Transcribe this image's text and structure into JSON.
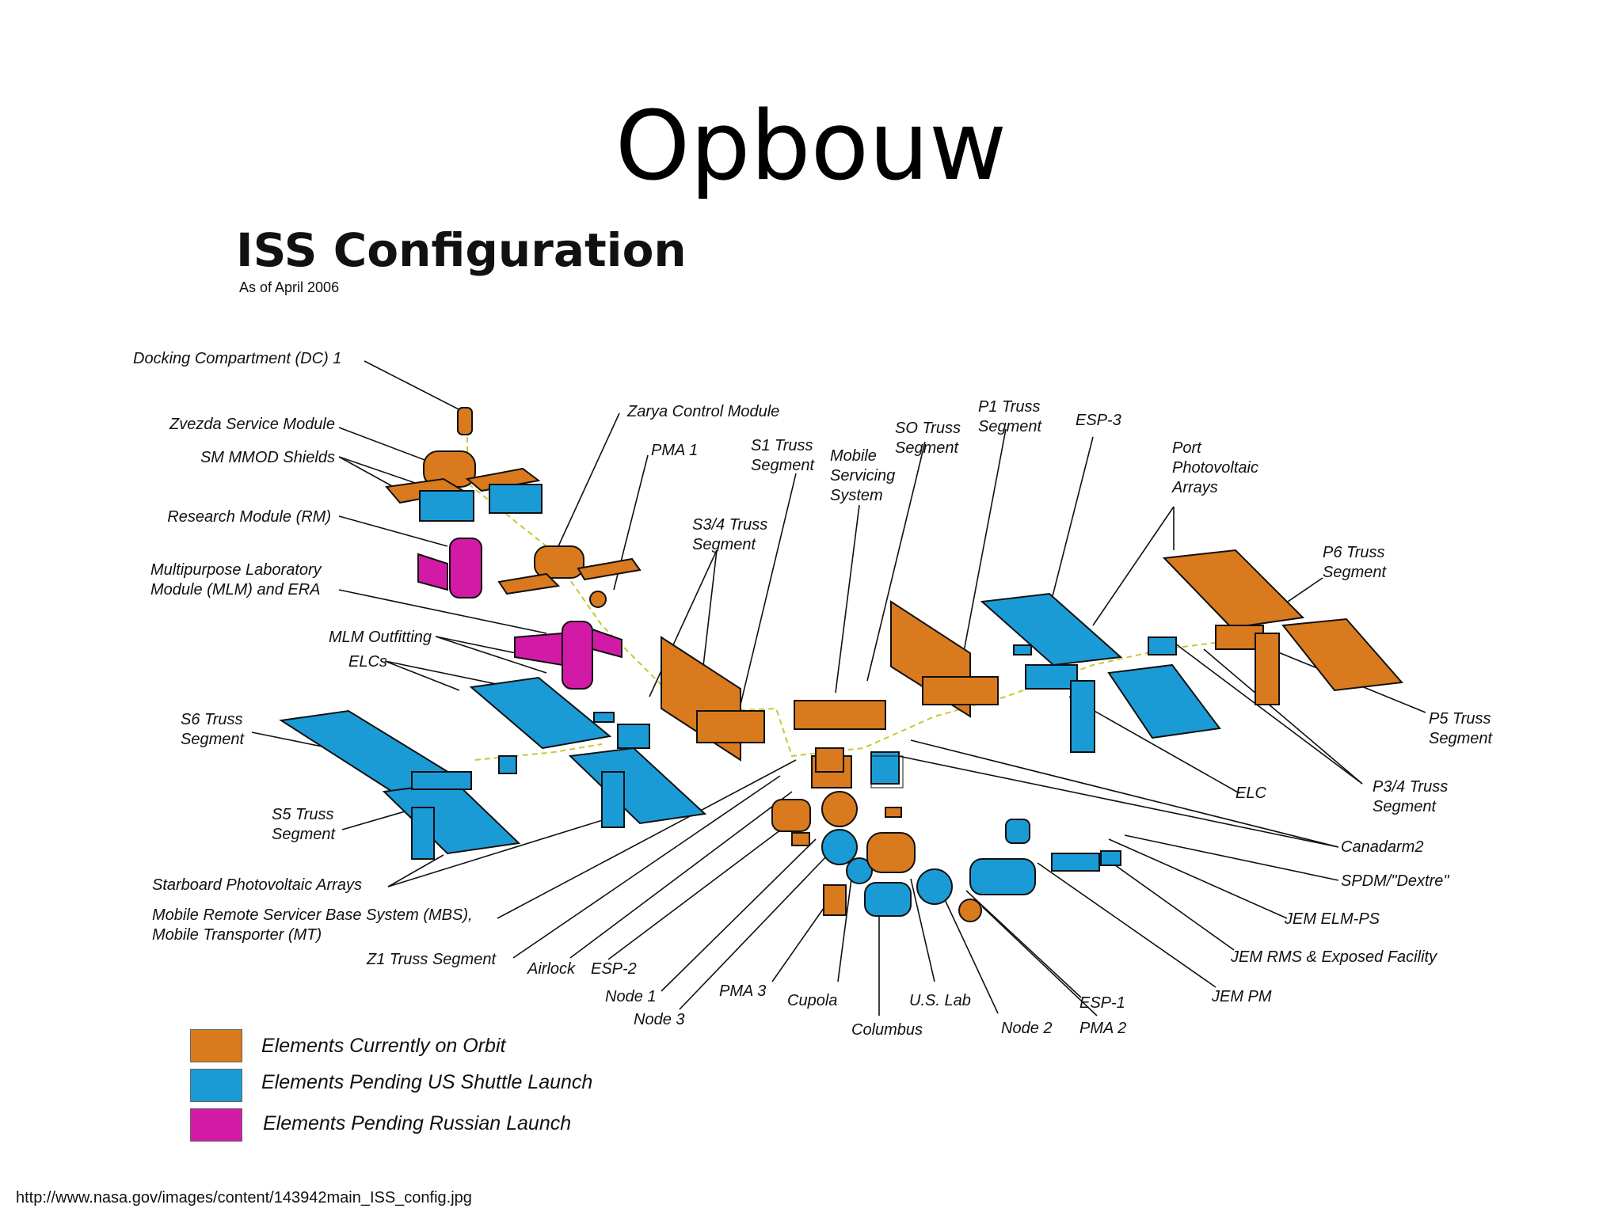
{
  "slide": {
    "title": "Opbouw"
  },
  "diagram": {
    "title": "ISS Configuration",
    "subtitle": "As of April 2006",
    "colors": {
      "on_orbit": "#d97a1e",
      "us_shuttle": "#1b9bd6",
      "russian": "#d21aa6",
      "outline": "#111111",
      "path": "#c8c832"
    },
    "labels": {
      "docking_compartment": "Docking Compartment (DC) 1",
      "zvezda": "Zvezda Service Module",
      "sm_mmod": "SM MMOD Shields",
      "research_module": "Research Module (RM)",
      "mlm": "Multipurpose Laboratory\nModule (MLM) and ERA",
      "mlm_outfitting": "MLM Outfitting",
      "elcs": "ELCs",
      "s6": "S6 Truss\nSegment",
      "s5": "S5 Truss\nSegment",
      "starboard_pv": "Starboard Photovoltaic Arrays",
      "mbs": "Mobile Remote Servicer Base System (MBS),\nMobile Transporter (MT)",
      "z1": "Z1 Truss Segment",
      "airlock": "Airlock",
      "esp2": "ESP-2",
      "node1": "Node 1",
      "node3": "Node 3",
      "pma3": "PMA 3",
      "cupola": "Cupola",
      "columbus": "Columbus",
      "us_lab": "U.S. Lab",
      "node2": "Node 2",
      "esp1": "ESP-1",
      "pma2": "PMA 2",
      "jem_pm": "JEM PM",
      "jem_rms": "JEM RMS & Exposed Facility",
      "jem_elm": "JEM ELM-PS",
      "spdm": "SPDM/\"Dextre\"",
      "canadarm2": "Canadarm2",
      "elc": "ELC",
      "p34": "P3/4 Truss\nSegment",
      "p5": "P5 Truss\nSegment",
      "p6": "P6 Truss\nSegment",
      "port_pv": "Port\nPhotovoltaic\nArrays",
      "esp3": "ESP-3",
      "p1": "P1 Truss\nSegment",
      "s0": "SO Truss\nSegment",
      "mss": "Mobile\nServicing\nSystem",
      "s1": "S1 Truss\nSegment",
      "s34": "S3/4 Truss\nSegment",
      "pma1": "PMA 1",
      "zarya": "Zarya Control Module"
    },
    "legend": [
      {
        "label": "Elements Currently on Orbit",
        "color": "#d97a1e"
      },
      {
        "label": "Elements Pending US Shuttle Launch",
        "color": "#1b9bd6"
      },
      {
        "label": "Elements Pending Russian Launch",
        "color": "#d21aa6"
      }
    ]
  },
  "source": {
    "url": "http://www.nasa.gov/images/content/143942main_ISS_config.jpg"
  }
}
